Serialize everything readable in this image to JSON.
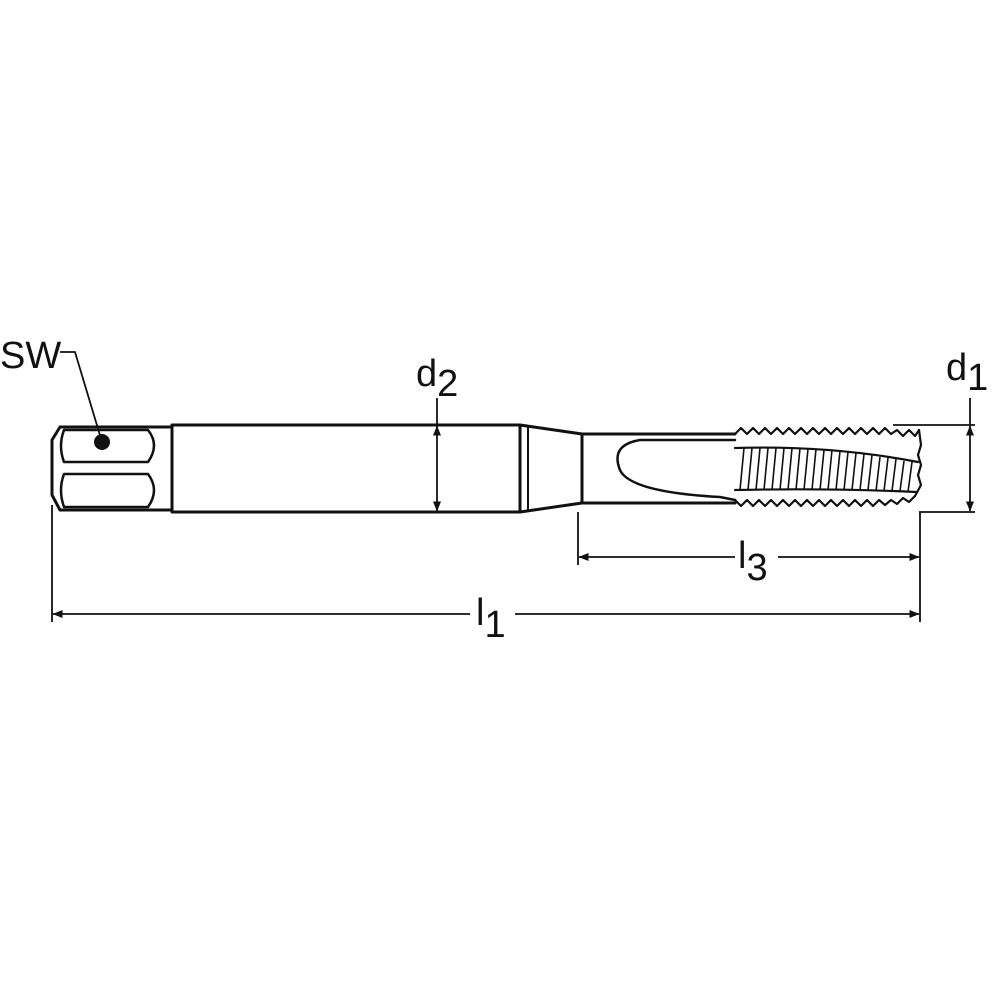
{
  "labels": {
    "sw": "SW",
    "d2": {
      "main": "d",
      "sub": "2"
    },
    "d1": {
      "main": "d",
      "sub": "1"
    },
    "l3": {
      "main": "l",
      "sub": "3"
    },
    "l1": {
      "main": "l",
      "sub": "1"
    }
  },
  "colors": {
    "line": "#111111",
    "background": "#ffffff"
  }
}
